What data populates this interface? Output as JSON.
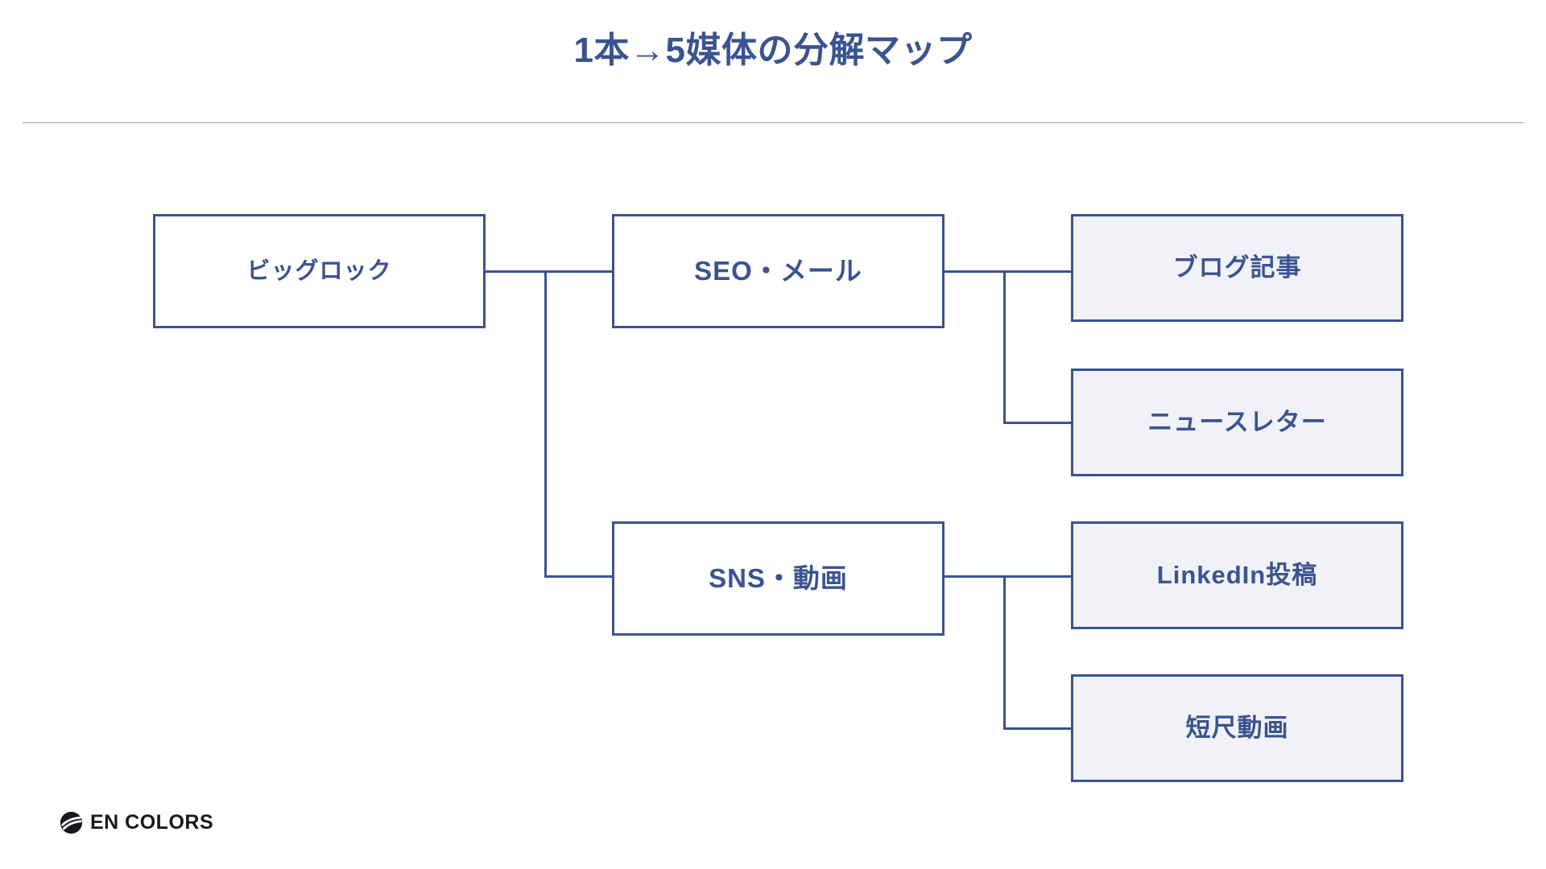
{
  "slide": {
    "title": "1本→5媒体の分解マップ",
    "accent_color": "#3a5391",
    "node_fill_level3": "#f1f2f7",
    "background": "#ffffff"
  },
  "diagram": {
    "type": "tree",
    "levels": [
      {
        "level": 1,
        "nodes": [
          {
            "id": "big-rock",
            "label": "ビッグロック"
          }
        ]
      },
      {
        "level": 2,
        "nodes": [
          {
            "id": "seo-mail",
            "label": "SEO・メール"
          },
          {
            "id": "sns-video",
            "label": "SNS・動画"
          }
        ]
      },
      {
        "level": 3,
        "nodes": [
          {
            "id": "blog-article",
            "label": "ブログ記事"
          },
          {
            "id": "newsletter",
            "label": "ニュースレター"
          },
          {
            "id": "linkedin-post",
            "label": "LinkedIn投稿"
          },
          {
            "id": "short-video",
            "label": "短尺動画"
          }
        ]
      }
    ],
    "edges": [
      {
        "from": "big-rock",
        "to": "seo-mail"
      },
      {
        "from": "big-rock",
        "to": "sns-video"
      },
      {
        "from": "seo-mail",
        "to": "blog-article"
      },
      {
        "from": "seo-mail",
        "to": "newsletter"
      },
      {
        "from": "sns-video",
        "to": "linkedin-post"
      },
      {
        "from": "sns-video",
        "to": "short-video"
      }
    ]
  },
  "footer": {
    "logo_text": "EN COLORS",
    "logo_icon": "swirl-mark-icon"
  }
}
